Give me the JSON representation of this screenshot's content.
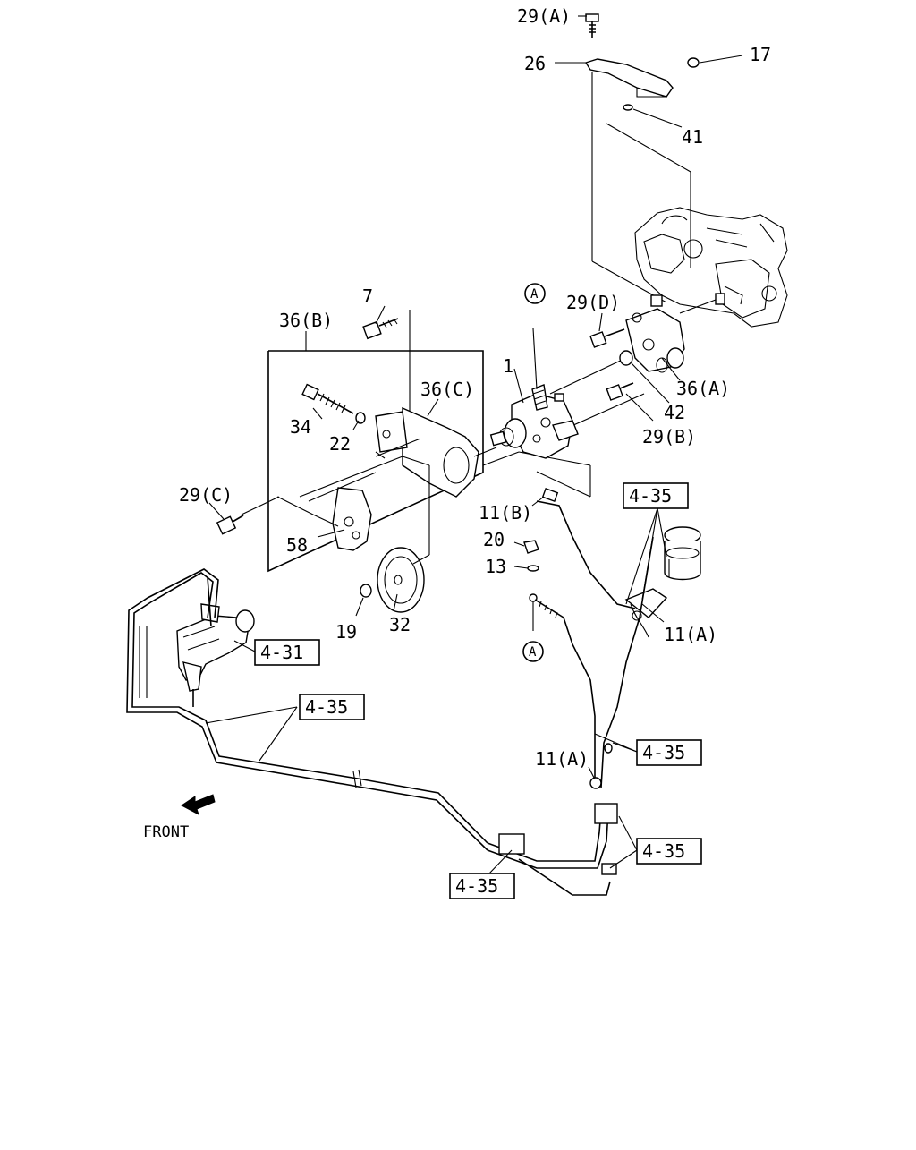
{
  "labels": {
    "p29a": "29(A)",
    "p26": "26",
    "p17": "17",
    "p41": "41",
    "p7": "7",
    "p36b": "36(B)",
    "p29d": "29(D)",
    "p1": "1",
    "p36c": "36(C)",
    "p34": "34",
    "p22": "22",
    "p36a": "36(A)",
    "p42": "42",
    "p29b": "29(B)",
    "p29c": "29(C)",
    "p58": "58",
    "p11b": "11(B)",
    "p20": "20",
    "p13": "13",
    "p19": "19",
    "p32": "32",
    "p11a_top": "11(A)",
    "p11a_bottom": "11(A)"
  },
  "circled": {
    "top": "A",
    "bottom": "A"
  },
  "references": {
    "r1": "4-35",
    "r2": "4-31",
    "r3": "4-35",
    "r4": "4-35",
    "r5": "4-35",
    "r6": "4-35"
  },
  "front": {
    "label": "FRONT",
    "icon": "front-direction-arrow-icon"
  }
}
